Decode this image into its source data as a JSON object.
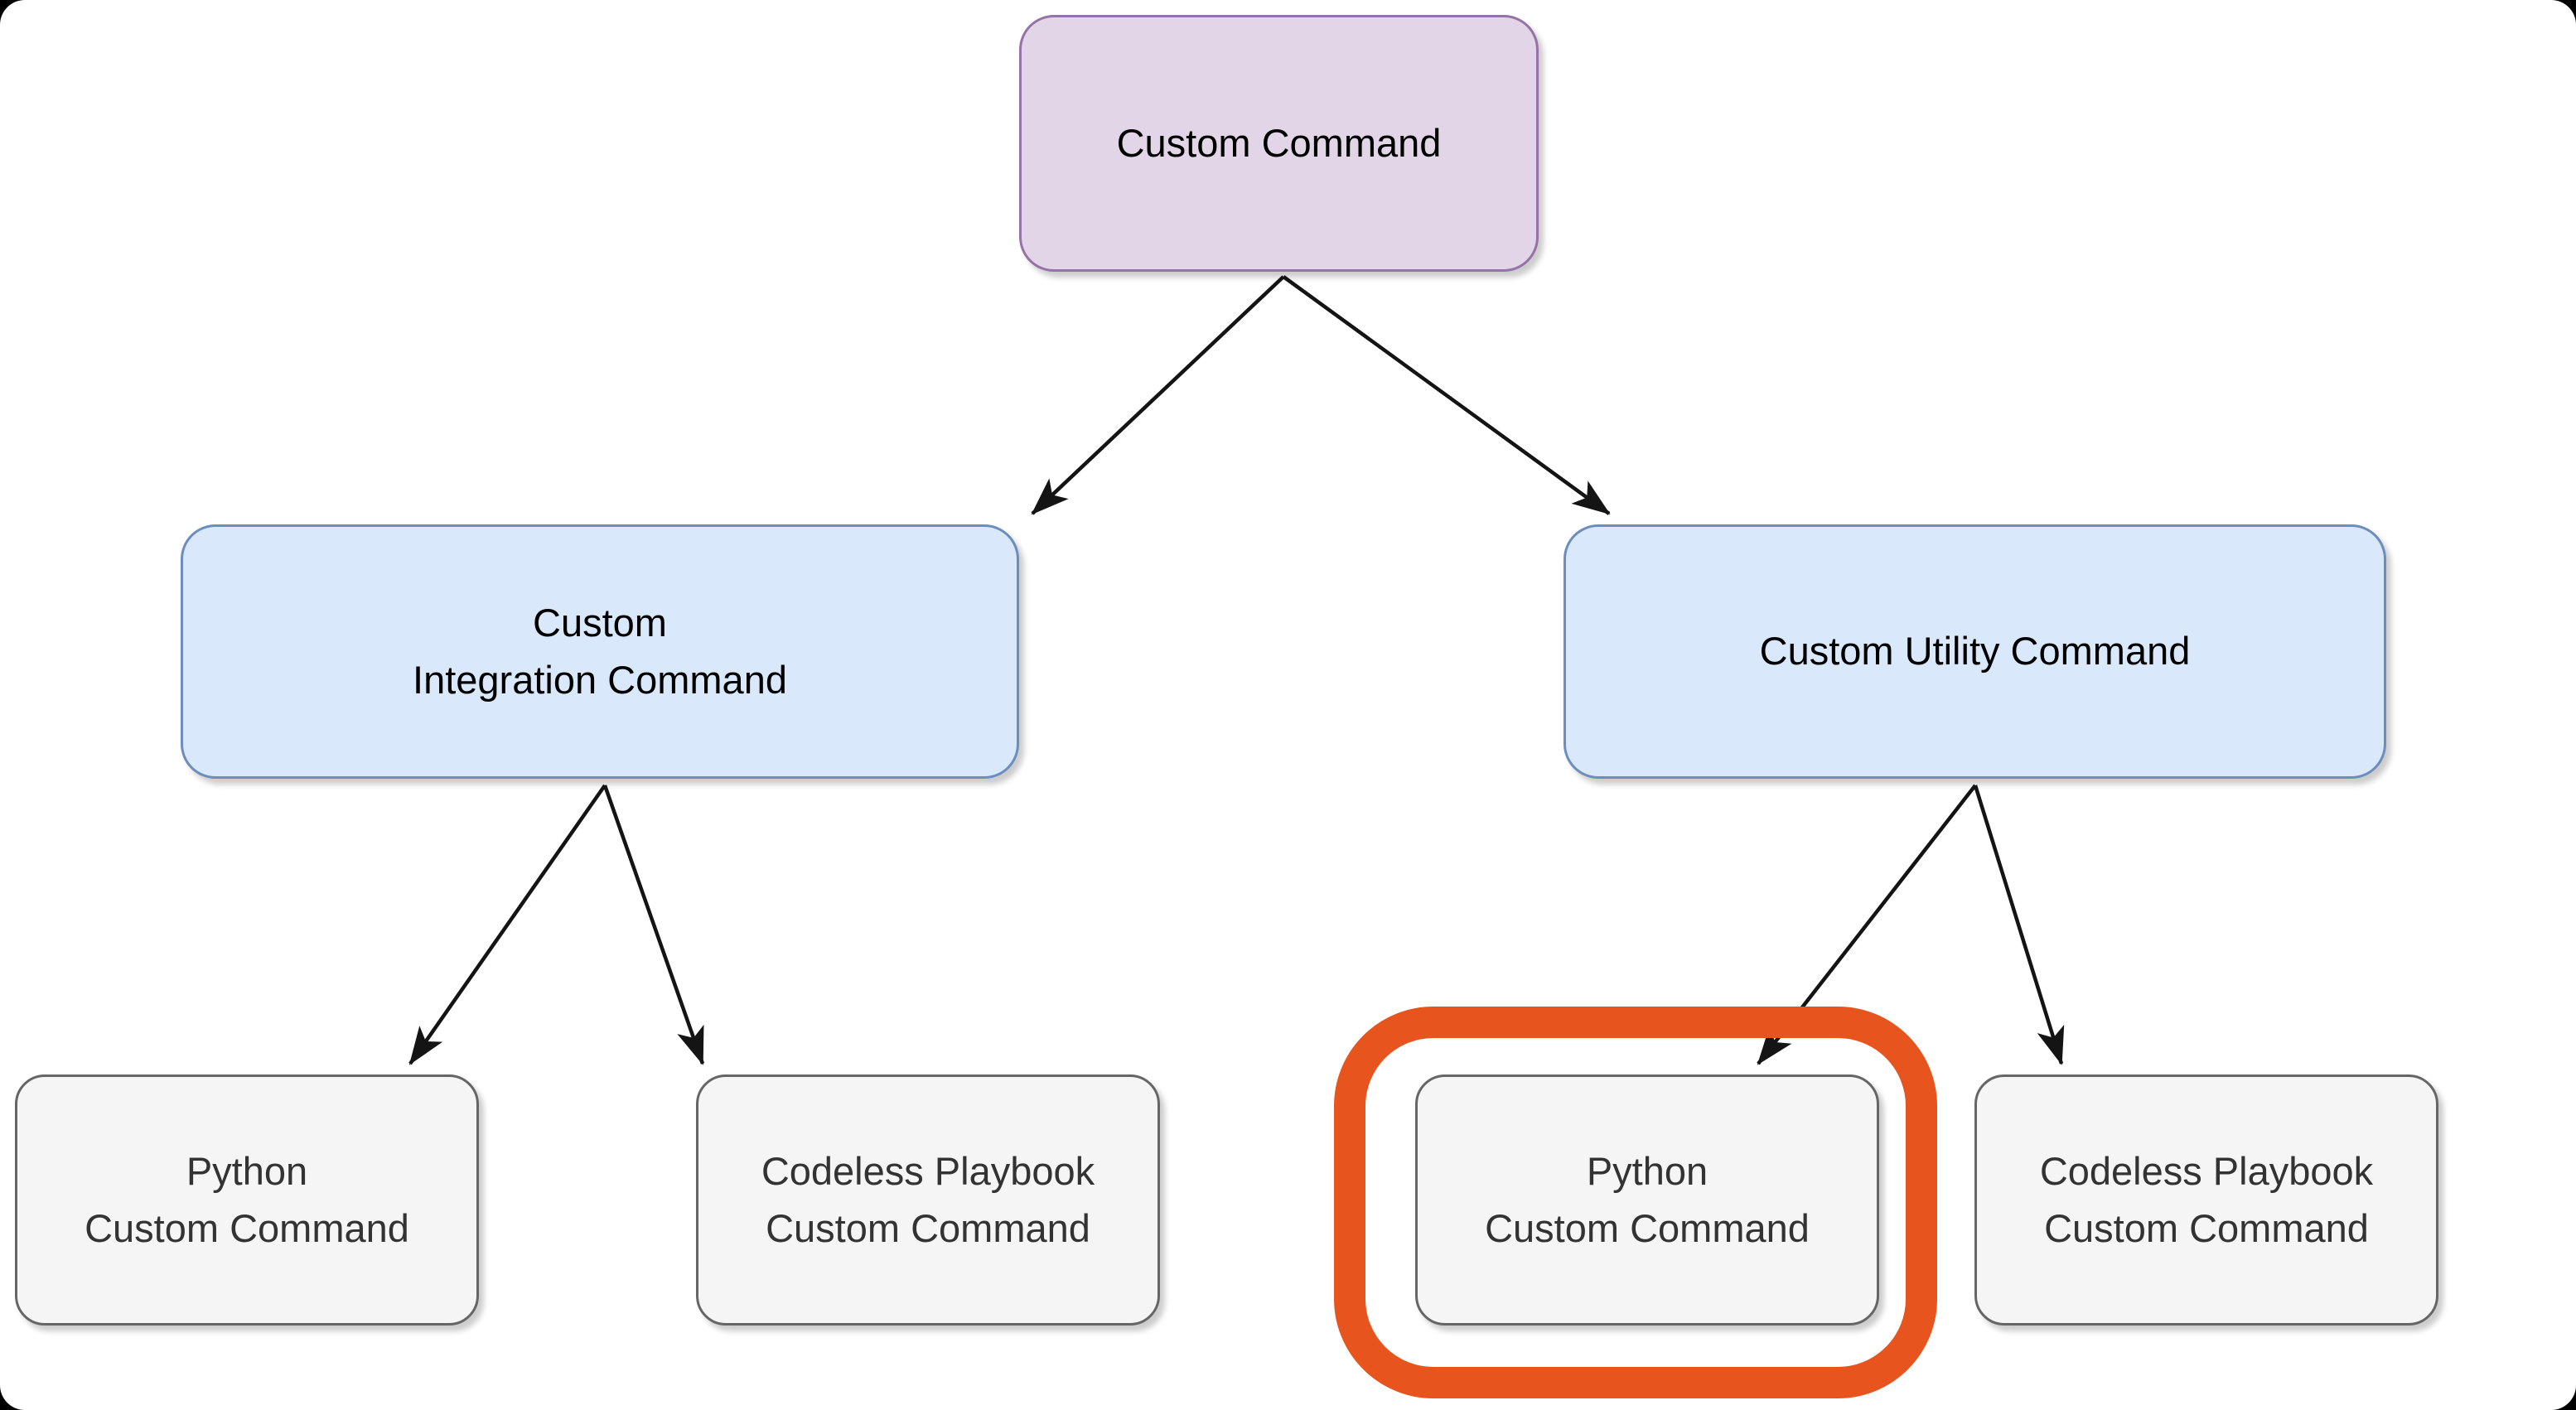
{
  "colors": {
    "canvas_bg": "#ffffff",
    "frame": "#000000",
    "purple_fill": "#e1d5e7",
    "purple_border": "#9673a6",
    "blue_fill": "#dae8fc",
    "blue_border": "#6c8ebf",
    "gray_fill": "#f5f5f5",
    "gray_border": "#666666",
    "arrow": "#141414",
    "highlight": "#e8541e"
  },
  "diagram": {
    "type": "hierarchy-flowchart",
    "nodes": {
      "custom_command": {
        "label": "Custom Command"
      },
      "custom_integration_command": {
        "line1": "Custom",
        "line2": "Integration Command"
      },
      "custom_utility_command": {
        "label": "Custom Utility Command"
      },
      "python_custom_command_integration": {
        "line1": "Python",
        "line2": "Custom Command"
      },
      "codeless_playbook_custom_command_integration": {
        "line1": "Codeless Playbook",
        "line2": "Custom Command"
      },
      "python_custom_command_utility": {
        "line1": "Python",
        "line2": "Custom Command"
      },
      "codeless_playbook_custom_command_utility": {
        "line1": "Codeless Playbook",
        "line2": "Custom Command"
      }
    },
    "edges": [
      {
        "from": "custom_command",
        "to": "custom_integration_command"
      },
      {
        "from": "custom_command",
        "to": "custom_utility_command"
      },
      {
        "from": "custom_integration_command",
        "to": "python_custom_command_integration"
      },
      {
        "from": "custom_integration_command",
        "to": "codeless_playbook_custom_command_integration"
      },
      {
        "from": "custom_utility_command",
        "to": "python_custom_command_utility"
      },
      {
        "from": "custom_utility_command",
        "to": "codeless_playbook_custom_command_utility"
      }
    ],
    "highlight": {
      "target": "python_custom_command_utility",
      "shape": "rounded-rectangle-ring"
    }
  }
}
